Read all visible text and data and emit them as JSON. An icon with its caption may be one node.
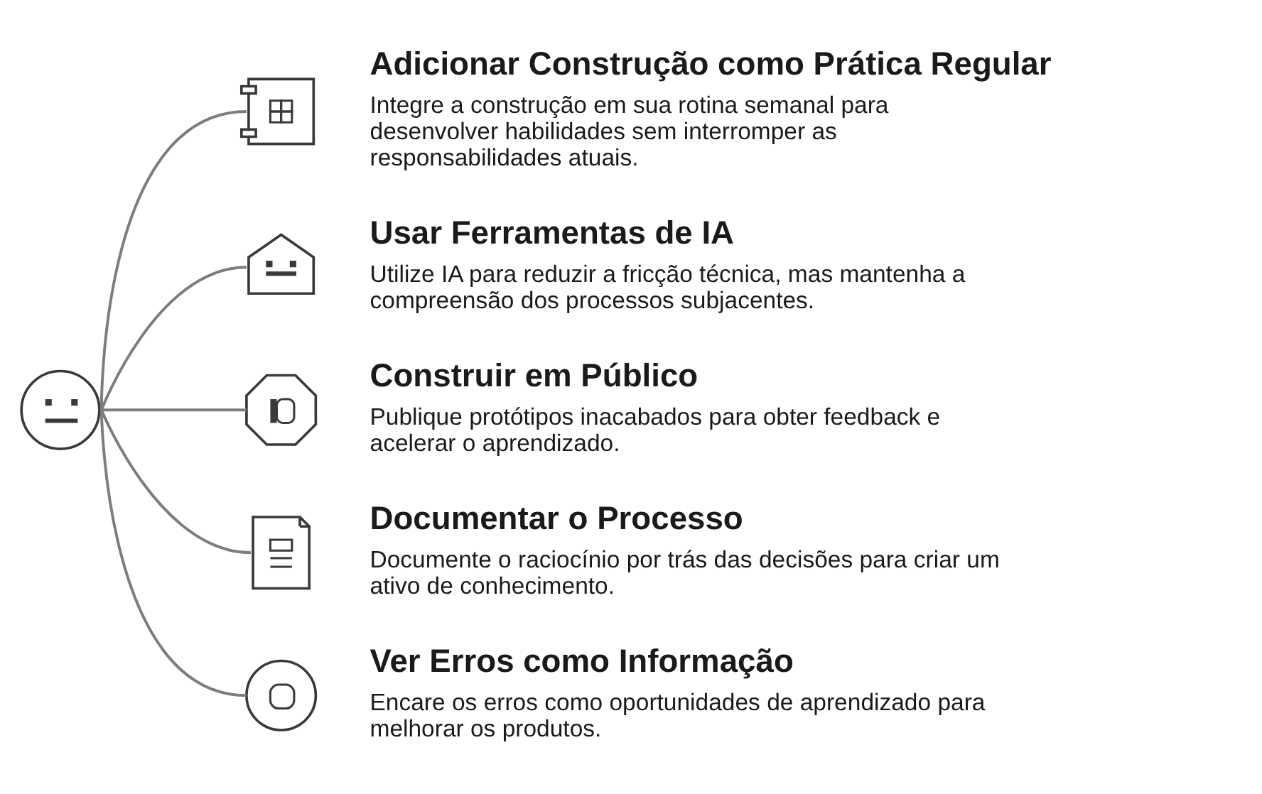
{
  "diagram": {
    "nodes": [
      {
        "text": [],
        "shape": "picture"
      },
      {
        "text": [],
        "shape": "picture",
        "beside": [
          "Adicionar Construção como Prática Regular",
          "Integre a construção em sua rotina semanal para desenvolver habilidades sem interromper as responsabilidades atuais."
        ]
      },
      {
        "text": [],
        "shape": "picture",
        "beside": [
          "Usar Ferramentas de IA",
          "Utilize IA para reduzir a fricção técnica, mas mantenha a compreensão dos processos subjacentes."
        ]
      },
      {
        "text": [],
        "shape": "picture",
        "beside": [
          "Construir em Público",
          "Publique protótipos inacabados para obter feedback e acelerar o aprendizado."
        ]
      },
      {
        "text": [],
        "shape": "picture",
        "beside": [
          "Documentar o Processo",
          "Documente o raciocínio por trás das decisões para criar um ativo de conhecimento."
        ]
      },
      {
        "text": [],
        "shape": "picture",
        "beside": [
          "Ver Erros como Informação",
          "Encare os erros como oportunidades de aprendizado para melhorar os produtos."
        ]
      }
    ],
    "edges": [
      {
        "from": 0,
        "to": 1,
        "arrow": "none"
      },
      {
        "from": 0,
        "to": 2,
        "arrow": "none"
      },
      {
        "from": 0,
        "to": 3,
        "arrow": "none"
      },
      {
        "from": 0,
        "to": 4,
        "arrow": "none"
      },
      {
        "from": 0,
        "to": 5,
        "arrow": "none"
      }
    ]
  }
}
